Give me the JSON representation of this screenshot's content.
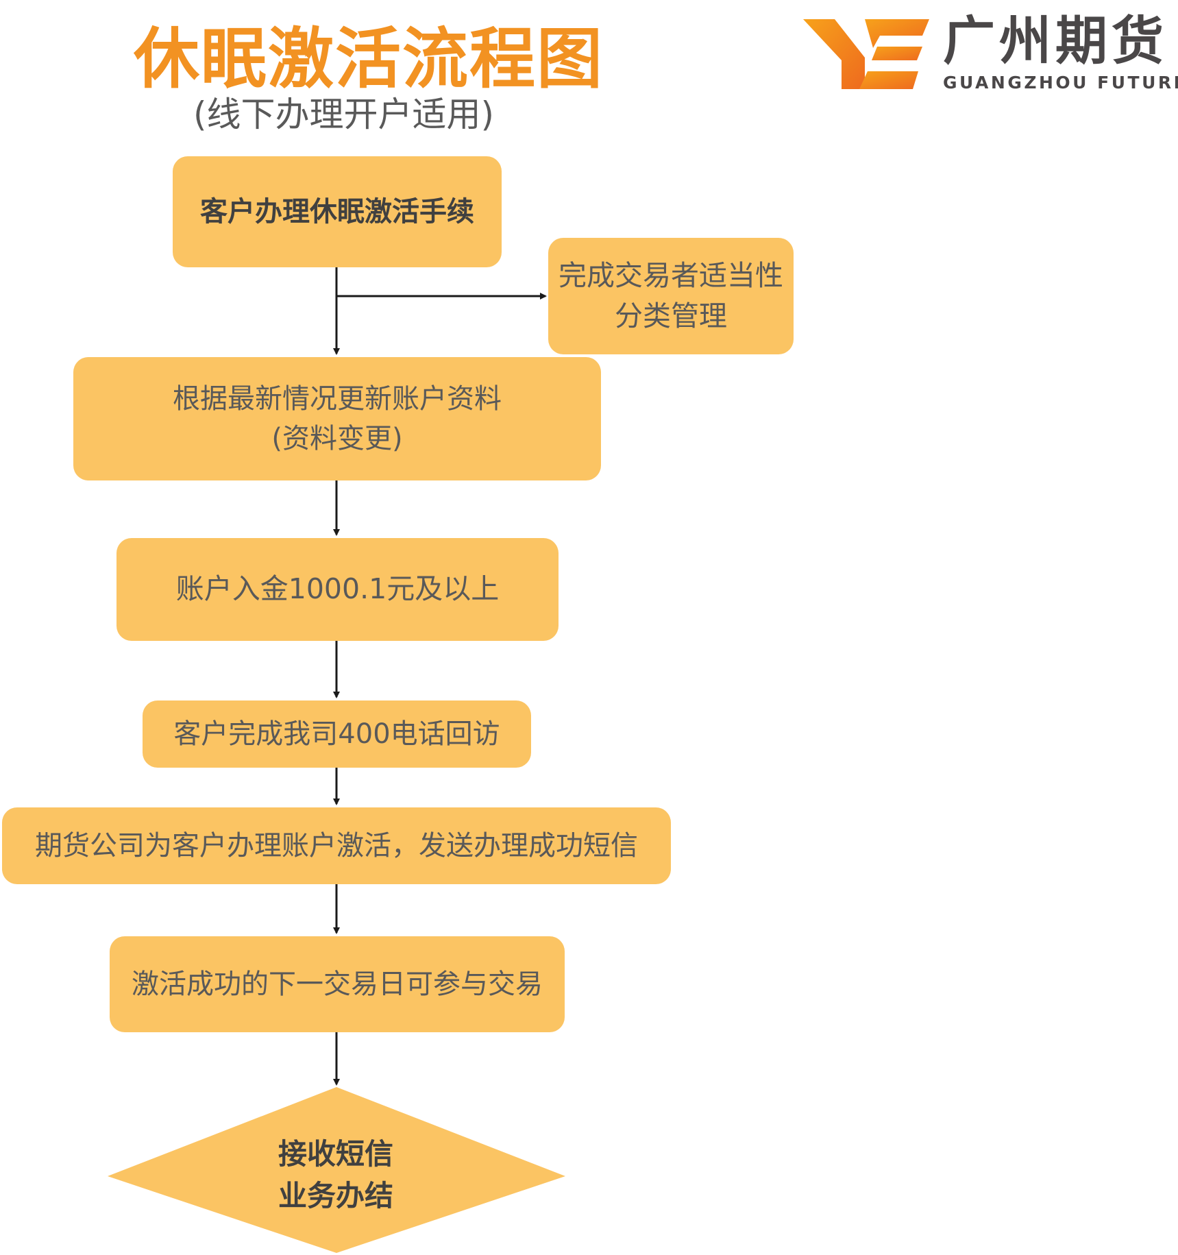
{
  "header": {
    "title": "休眠激活流程图",
    "subtitle": "(线下办理开户适用)"
  },
  "logo": {
    "name_cn": "广州期货",
    "name_en": "GUANGZHOU  FUTURES",
    "colors": {
      "orange": "#F29222",
      "gray": "#4A4748"
    }
  },
  "colors": {
    "box_fill": "#FBC463",
    "title": "#F29222",
    "text": "#595959",
    "connector": "#1a1a1a"
  },
  "flow": {
    "step1": "客户办理休眠激活手续",
    "side_step": {
      "line1": "完成交易者适当性",
      "line2": "分类管理"
    },
    "step2": {
      "line1": "根据最新情况更新账户资料",
      "line2": "(资料变更)"
    },
    "step3": "账户入金1000.1元及以上",
    "step4": "客户完成我司400电话回访",
    "step5": "期货公司为客户办理账户激活，发送办理成功短信",
    "step6": "激活成功的下一交易日可参与交易",
    "end": {
      "line1": "接收短信",
      "line2": "业务办结"
    }
  }
}
